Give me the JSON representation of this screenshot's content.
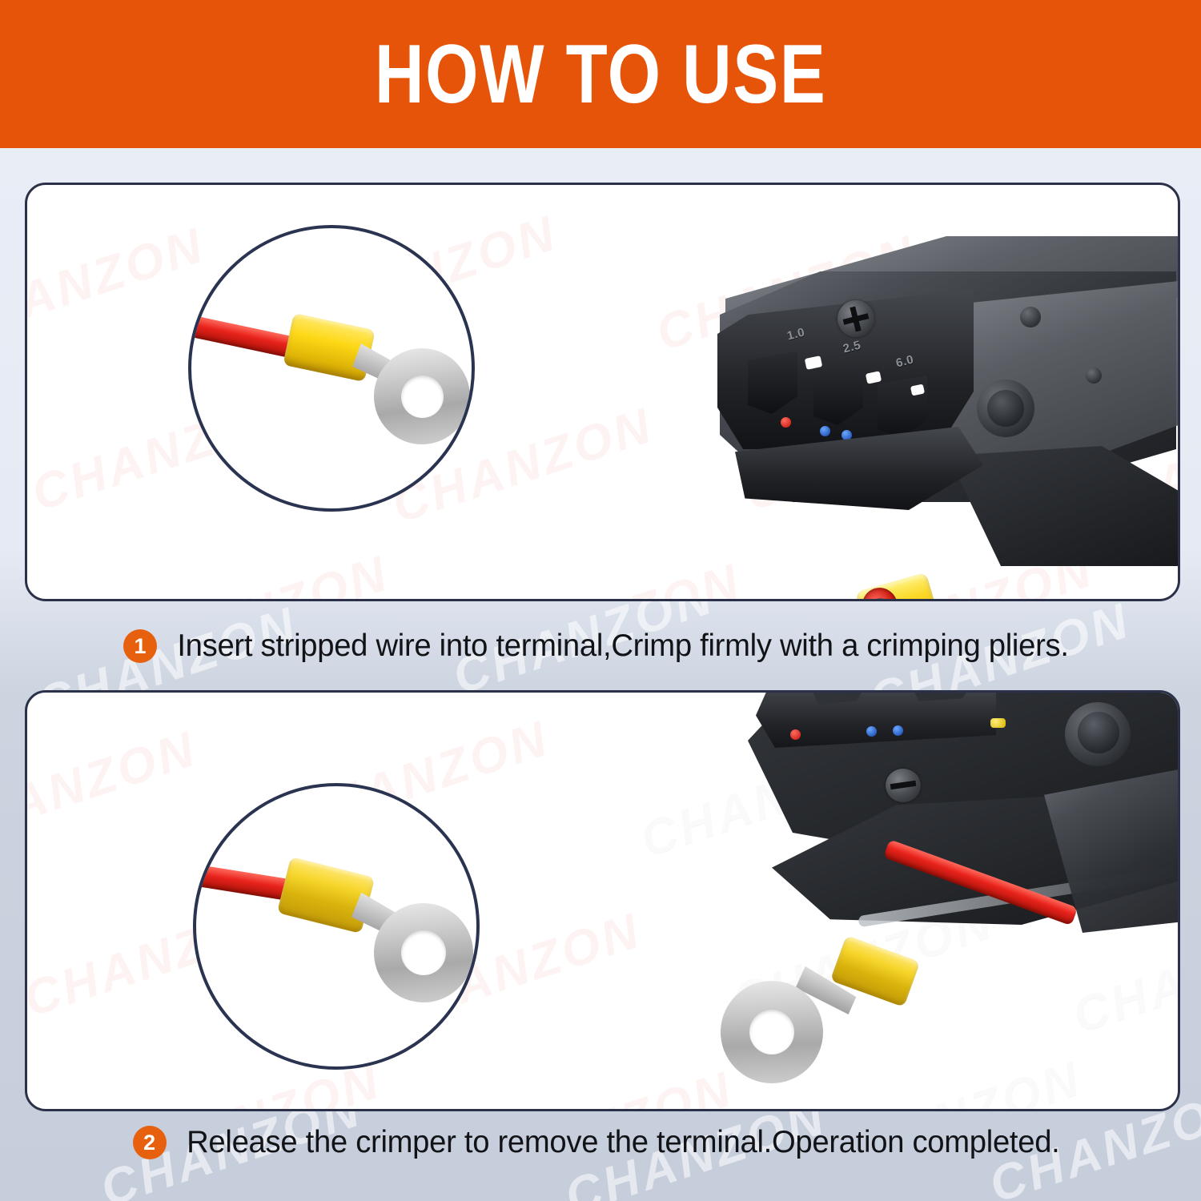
{
  "header": {
    "title": "HOW TO USE",
    "background_color": "#e6540a",
    "text_color": "#ffffff"
  },
  "page": {
    "background_color": "#ccd4e0",
    "card_border_color": "#2b3148",
    "accent_color": "#e6600d",
    "watermark_text": "CHANZON"
  },
  "steps": [
    {
      "number": "1",
      "caption": "Insert stripped wire into terminal,Crimp firmly with a crimping pliers.",
      "inset_label": "uncrimped-ring-terminal-with-red-wire",
      "tool_label": "crimping-pliers-holding-yellow-terminal"
    },
    {
      "number": "2",
      "caption": "Release the crimper to remove the terminal.Operation completed.",
      "inset_label": "crimped-ring-terminal-with-red-wire",
      "tool_label": "crimping-pliers-releasing-finished-terminal"
    }
  ],
  "tool_markings": {
    "die_sizes": [
      "1.0",
      "2.5",
      "6.0"
    ],
    "gauge_dots": [
      "red",
      "blue",
      "blue",
      "yellow"
    ]
  },
  "product": {
    "wire_color": "#e8231c",
    "sleeve_color": "#fdd816",
    "terminal_color": "#c9c9c9"
  }
}
